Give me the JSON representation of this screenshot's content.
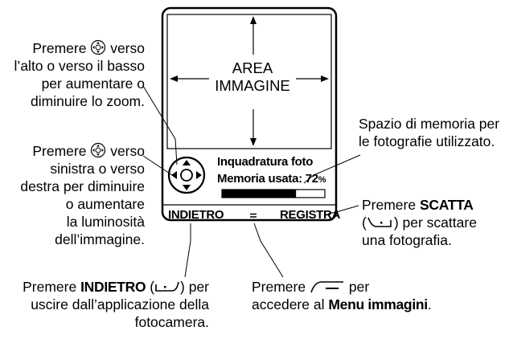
{
  "phone": {
    "area_line1": "AREA",
    "area_line2": "IMMAGINE",
    "status_title": "Inquadratura foto",
    "memory_label": "Memoria usata: 72",
    "memory_pct_symbol": "%",
    "memory_fill_fraction": 0.72,
    "softkey_left": "INDIETRO",
    "softkey_center_icon": "menu-icon",
    "softkey_right": "REGISTRA"
  },
  "callouts": {
    "zoom": {
      "l1a": "Premere",
      "l1b": "verso",
      "l2": "l’alto o verso il basso",
      "l3": "per aumentare o",
      "l4": "diminuire lo zoom."
    },
    "brightness": {
      "l1a": "Premere",
      "l1b": "verso",
      "l2": "sinistra o verso",
      "l3": "destra per diminuire",
      "l4": "o aumentare",
      "l5": "la luminosità",
      "l6": "dell’immagine."
    },
    "memory": {
      "l1": "Spazio di memoria per",
      "l2": "le fotografie utilizzato."
    },
    "capture": {
      "l1a": "Premere",
      "l1b": "SCATTA",
      "l2a": "(",
      "l2b": ") per scattare",
      "l3": "una fotografia."
    },
    "back": {
      "l1a": "Premere",
      "l1b": "INDIETRO",
      "l1c": "(",
      "l1d": ") per",
      "l2": "uscire dall’applicazione della",
      "l3": "fotocamera."
    },
    "menu": {
      "l1a": "Premere",
      "l1b": "per",
      "l2a": "accedere al",
      "l2b": "Menu immagini",
      "l2c": "."
    }
  },
  "icons": [
    "nav-key-icon",
    "menu-icon",
    "center-key-icon",
    "left-softkey-icon",
    "right-softkey-icon"
  ]
}
